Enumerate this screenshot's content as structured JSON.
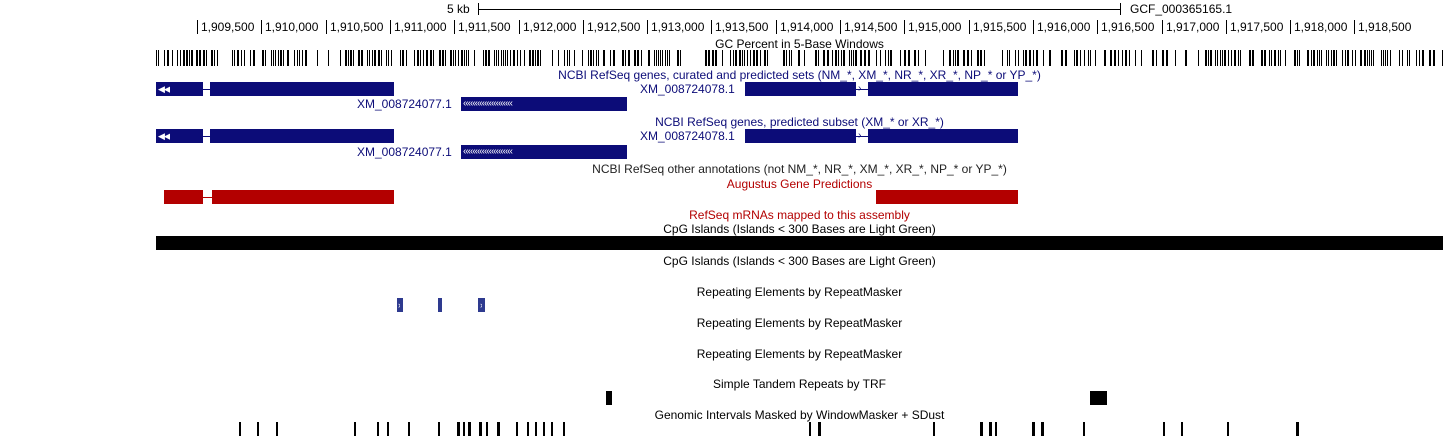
{
  "colors": {
    "refseq_navy": "#0c0c78",
    "augustus_red": "#b30000",
    "refseq_mrna_red": "#b30000",
    "repeat_blue": "#2e3a8f",
    "black": "#000000"
  },
  "scale": {
    "label": "5 kb",
    "assembly": "GCF_000365165.1"
  },
  "ruler": {
    "ticks": [
      "1,909,500",
      "1,910,000",
      "1,910,500",
      "1,911,000",
      "1,911,500",
      "1,912,000",
      "1,912,500",
      "1,913,000",
      "1,913,500",
      "1,914,000",
      "1,914,500",
      "1,915,000",
      "1,915,500",
      "1,916,000",
      "1,916,500",
      "1,917,000",
      "1,917,500",
      "1,918,000",
      "1,918,500"
    ]
  },
  "tracks": {
    "gc_percent": "GC Percent in 5-Base Windows",
    "refseq_curated": "NCBI RefSeq genes, curated and predicted sets (NM_*, XM_*, NR_*, XR_*, NP_* or YP_*)",
    "refseq_predicted": "NCBI RefSeq genes, predicted subset (XM_* or XR_*)",
    "refseq_other": "NCBI RefSeq other annotations (not NM_*, NR_*, XM_*, XR_*, NP_* or YP_*)",
    "augustus": "Augustus Gene Predictions",
    "refseq_mrnas": "RefSeq mRNAs mapped to this assembly",
    "cpg_1": "CpG Islands (Islands < 300 Bases are Light Green)",
    "cpg_2": "CpG Islands (Islands < 300 Bases are Light Green)",
    "rmsk_1": "Repeating Elements by RepeatMasker",
    "rmsk_2": "Repeating Elements by RepeatMasker",
    "rmsk_3": "Repeating Elements by RepeatMasker",
    "trf": "Simple Tandem Repeats by TRF",
    "windowmasker": "Genomic Intervals Masked by WindowMasker + SDust"
  },
  "genes": {
    "gene_a": "XM_008724078.1",
    "gene_b": "XM_008724077.1"
  },
  "glyphs": {
    "left_double_arrow": "◀◀",
    "reverse_strand": "‹‹‹‹‹‹‹‹‹‹‹‹‹‹‹‹‹‹‹‹‹",
    "forward_arrow": "›",
    "reverse_arrow": "‹"
  }
}
